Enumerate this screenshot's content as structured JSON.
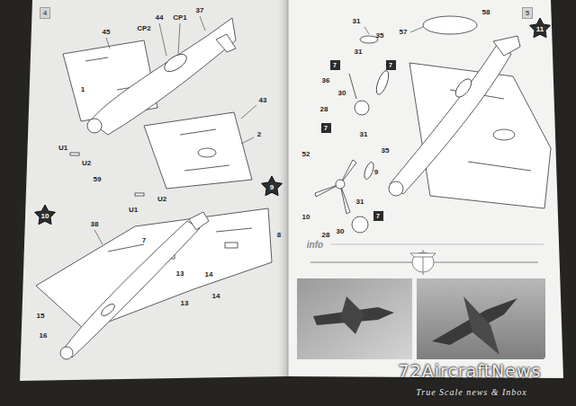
{
  "diagram": {
    "nodes": [
      {
        "text": [
          "4"
        ]
      },
      {
        "text": [
          "5"
        ]
      },
      {
        "text": [
          "9"
        ]
      },
      {
        "text": [
          "10"
        ]
      },
      {
        "text": [
          "11"
        ]
      },
      {
        "text": [
          "7"
        ]
      },
      {
        "text": [
          "7"
        ]
      },
      {
        "text": [
          "7"
        ]
      },
      {
        "text": [
          "7"
        ]
      }
    ],
    "labels": [
      "45",
      "1",
      "44",
      "CP1",
      "37",
      "CP2",
      "43",
      "U1",
      "U2",
      "59",
      "2",
      "U2",
      "U1",
      "38",
      "7",
      "13",
      "14",
      "13",
      "14",
      "8",
      "15",
      "16",
      "31",
      "35",
      "31",
      "57",
      "58",
      "36",
      "30",
      "28",
      "52",
      "9",
      "10",
      "31",
      "35",
      "31",
      "30",
      "28",
      "info",
      "72AircraftNews",
      "True Scale news & Inbox"
    ]
  }
}
